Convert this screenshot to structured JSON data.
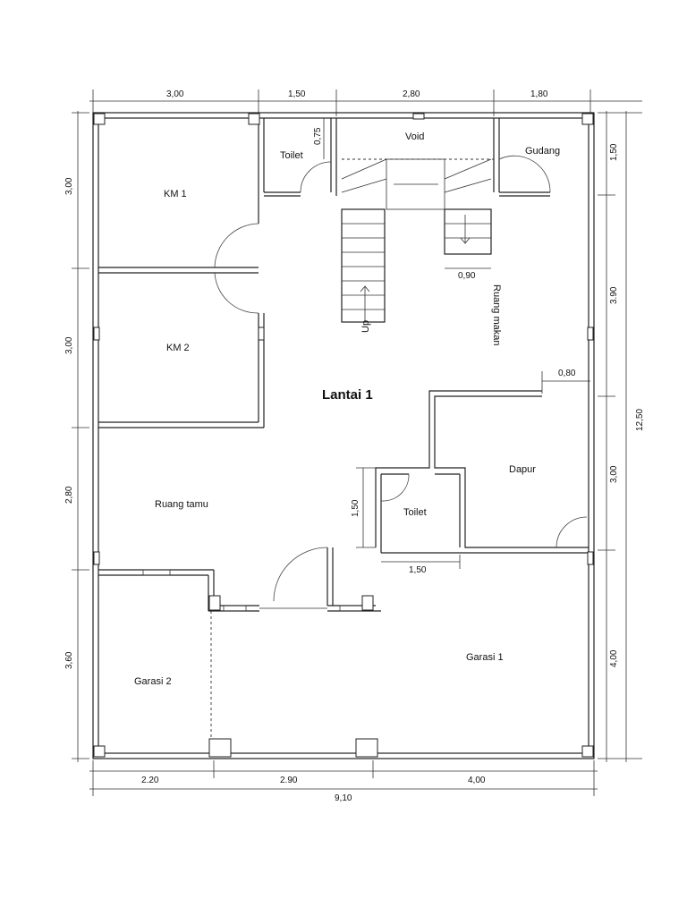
{
  "title": "Lantai 1",
  "rooms": {
    "km1": "KM 1",
    "km2": "KM 2",
    "toilet_top": "Toilet",
    "void": "Void",
    "gudang": "Gudang",
    "ruang_makan": "Ruang makan",
    "up": "Up",
    "ruang_tamu": "Ruang tamu",
    "toilet_mid": "Toilet",
    "dapur": "Dapur",
    "garasi1": "Garasi 1",
    "garasi2": "Garasi 2"
  },
  "dims_top": [
    "3,00",
    "1,50",
    "2,80",
    "1,80"
  ],
  "dims_bottom": [
    "2.20",
    "2.90",
    "4,00"
  ],
  "dim_total_bottom": "9,10",
  "dims_left": [
    "3,00",
    "3,00",
    "2,80",
    "3,60"
  ],
  "dims_right": [
    "1,50",
    "3.90",
    "3,00",
    "4,00"
  ],
  "dim_total_right": "12,50",
  "dims_inner": {
    "toilet_top_depth": "0,75",
    "stair_width": "0,90",
    "kitchen_step": "0,80",
    "toilet_mid_depth": "1,50",
    "toilet_mid_width": "1,50"
  }
}
